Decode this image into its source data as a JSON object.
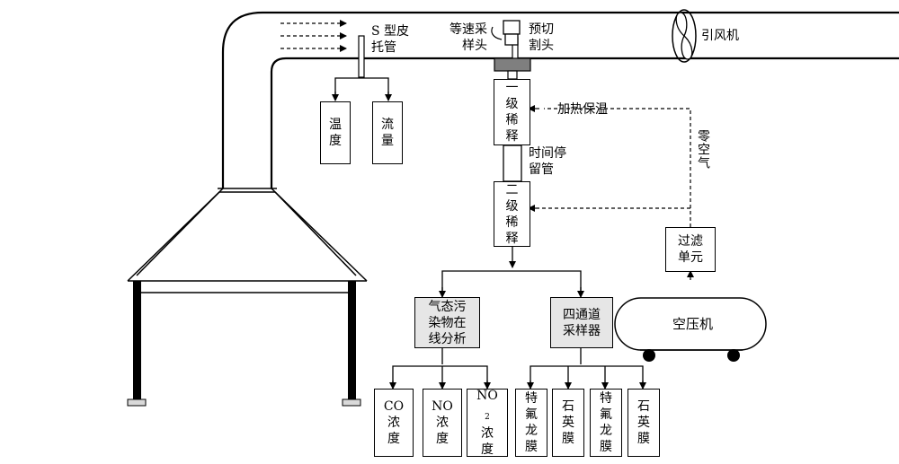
{
  "labels": {
    "s_pitot": "S 型皮",
    "s_pitot_2": "托管",
    "isokinetic": "等速采",
    "isokinetic_2": "样头",
    "precut": "预切",
    "precut_2": "割头",
    "fan": "引风机",
    "heating": "加热保温",
    "zero_air": "零空气",
    "residence": "时间停",
    "residence_2": "留管"
  },
  "boxes": {
    "temp": [
      "温",
      "度"
    ],
    "flow": [
      "流",
      "量"
    ],
    "dilution1": [
      "一",
      "级",
      "稀",
      "释"
    ],
    "dilution2": [
      "二",
      "级",
      "稀",
      "释"
    ],
    "gas_analysis": [
      "气态污",
      "染物在",
      "线分析"
    ],
    "four_channel": [
      "四通道",
      "采样器"
    ],
    "filter": [
      "过滤",
      "单元"
    ],
    "compressor": "空压机",
    "co": [
      "CO",
      "浓",
      "度"
    ],
    "no": [
      "NO",
      "浓",
      "度"
    ],
    "no2_prefix": "NO",
    "no2_sub": "2",
    "no2_rest": [
      "浓",
      "度"
    ],
    "teflon1": [
      "特",
      "氟",
      "龙",
      "膜"
    ],
    "quartz1": [
      "石",
      "英",
      "膜"
    ],
    "teflon2": [
      "特",
      "氟",
      "龙",
      "膜"
    ],
    "quartz2": [
      "石",
      "英",
      "膜"
    ]
  }
}
